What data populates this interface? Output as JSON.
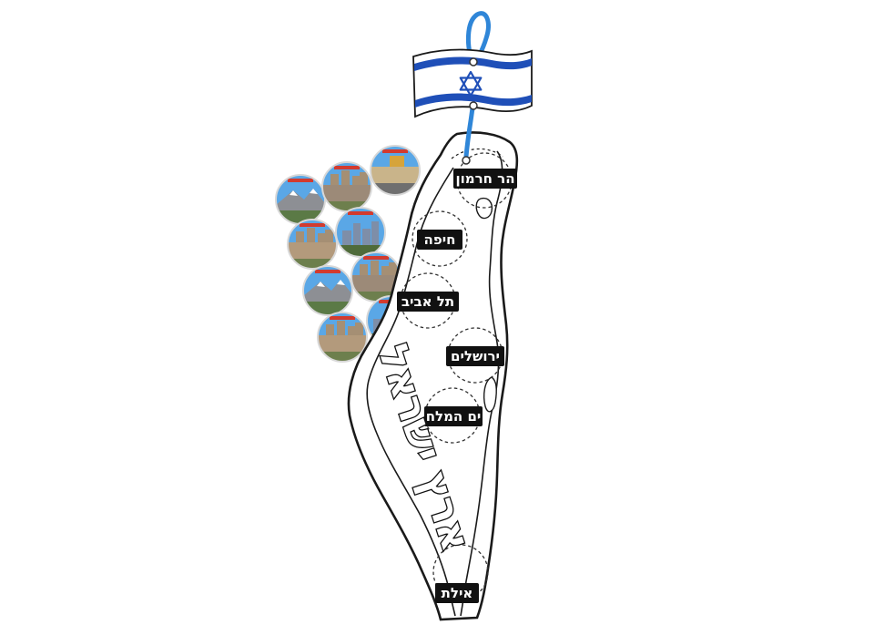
{
  "title": "ארץ ישראל",
  "places": [
    {
      "id": "hermon",
      "label": "הר חרמון"
    },
    {
      "id": "haifa",
      "label": "חיפה"
    },
    {
      "id": "telaviv",
      "label": "תל אביב"
    },
    {
      "id": "jerusalem",
      "label": "ירושלים"
    },
    {
      "id": "deadsea",
      "label": "ים המלח"
    },
    {
      "id": "eilat",
      "label": "אילת"
    }
  ],
  "photo_stickers": [
    {
      "subject": "mountain"
    },
    {
      "subject": "city"
    },
    {
      "subject": "western-wall"
    },
    {
      "subject": "old-city"
    },
    {
      "subject": "skyline"
    },
    {
      "subject": "mountain"
    },
    {
      "subject": "city"
    },
    {
      "subject": "old-city"
    },
    {
      "subject": "skyline"
    }
  ],
  "colors": {
    "flag_blue": "#1f4fb8",
    "string_blue": "#2f86d8",
    "outline": "#1a1a1a",
    "label_box": "#111111",
    "label_text": "#ffffff",
    "sky": "#5aa7e6",
    "map_fill": "#ffffff"
  },
  "icons": [
    "star-of-david-icon"
  ]
}
